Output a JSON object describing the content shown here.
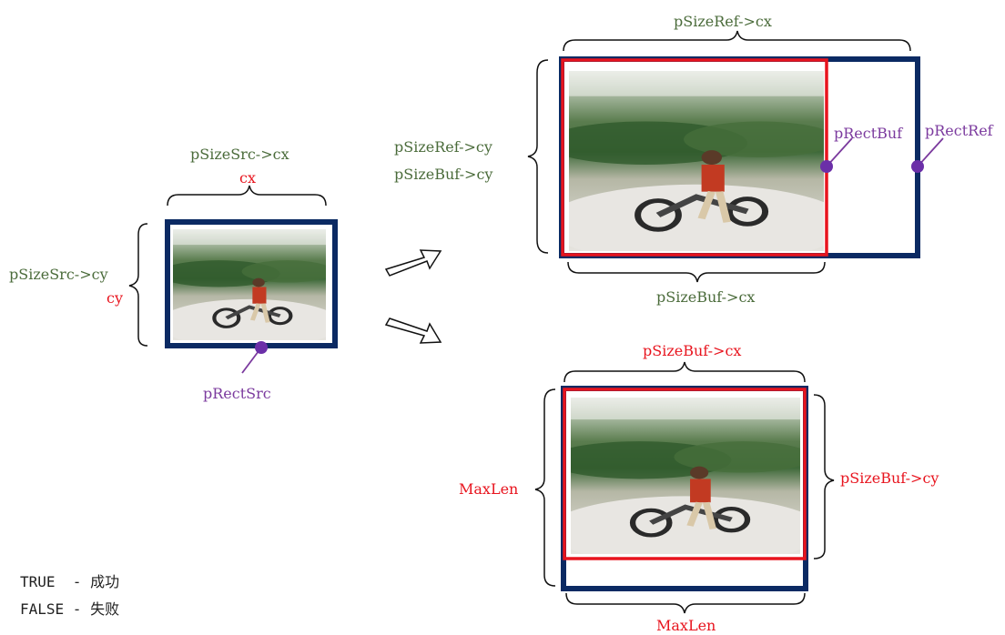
{
  "colors": {
    "navy": "#0b2a63",
    "red": "#e8141e",
    "green": "#4a6b3a",
    "purple": "#7b3a9e",
    "marker": "#6b2fa8"
  },
  "source": {
    "width_label": "pSizeSrc->cx",
    "width_alias": "cx",
    "height_label": "pSizeSrc->cy",
    "height_alias": "cy",
    "rect_label": "pRectSrc"
  },
  "top_result": {
    "width_label": "pSizeRef->cx",
    "height_label_ref": "pSizeRef->cy",
    "height_label_buf": "pSizeBuf->cy",
    "buf_width_label": "pSizeBuf->cx",
    "rect_buf_label": "pRectBuf",
    "rect_ref_label": "pRectRef"
  },
  "bottom_result": {
    "width_label": "pSizeBuf->cx",
    "height_left_label": "MaxLen",
    "height_right_label": "pSizeBuf->cy",
    "bottom_width_label": "MaxLen"
  },
  "legend": {
    "true_line": "TRUE  - 成功",
    "false_line": "FALSE - 失败"
  }
}
